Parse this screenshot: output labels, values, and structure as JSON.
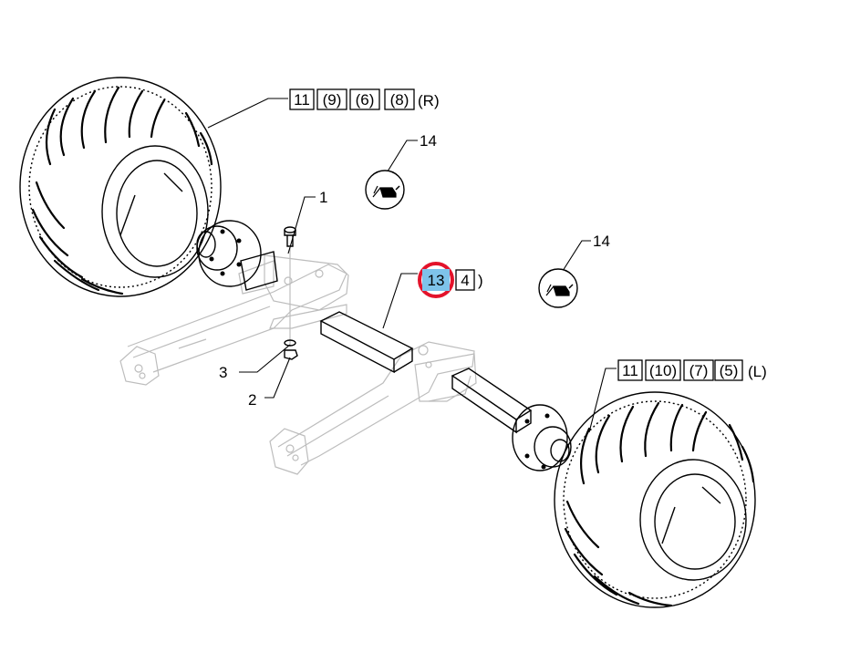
{
  "callouts": {
    "wheel_right": {
      "parts": [
        "11",
        "(9)",
        "(6)",
        "(8)"
      ],
      "suffix": "(R)"
    },
    "wheel_left": {
      "parts": [
        "11",
        "(10)",
        "(7)",
        "(5)"
      ],
      "suffix": "(L)"
    },
    "axle": {
      "selected": "13",
      "part": "4",
      "suffix": ")"
    },
    "bolt": "1",
    "washer": "3",
    "nut": "2",
    "lube_top": "14",
    "lube_right": "14"
  },
  "colors": {
    "highlight_fill": "#7ec3ea",
    "highlight_ring": "#e3132b"
  },
  "icons": {
    "lubrication_point": "oil-can-icon"
  }
}
